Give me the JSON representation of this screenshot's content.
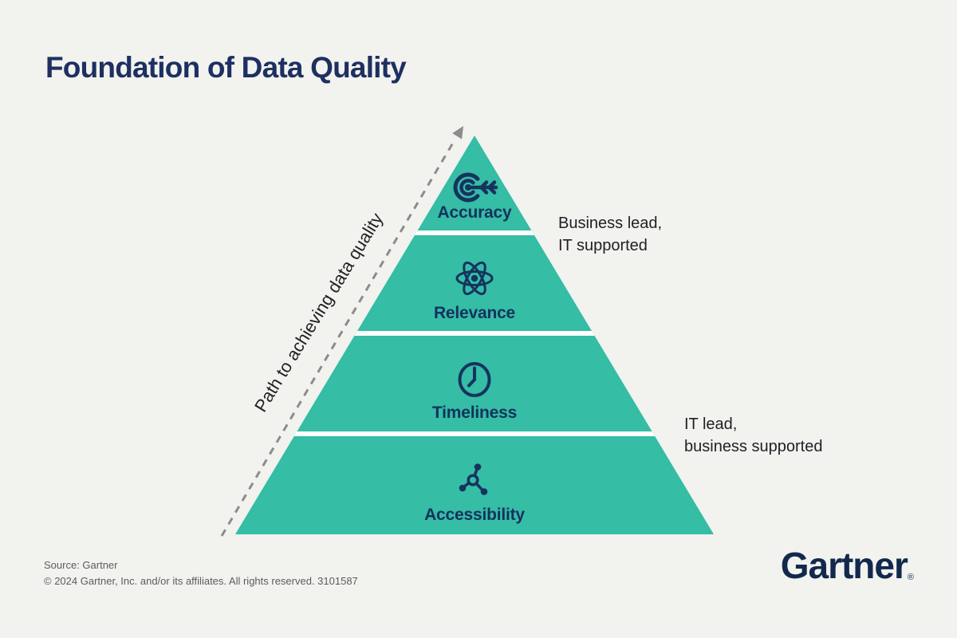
{
  "title": "Foundation of Data Quality",
  "path_arrow": {
    "label": "Path to achieving data quality"
  },
  "pyramid": {
    "levels": [
      {
        "label": "Accuracy",
        "icon": "target-arrow-icon"
      },
      {
        "label": "Relevance",
        "icon": "atom-icon"
      },
      {
        "label": "Timeliness",
        "icon": "clock-icon"
      },
      {
        "label": "Accessibility",
        "icon": "network-nodes-icon"
      }
    ]
  },
  "annotations": [
    {
      "line1": "Business lead,",
      "line2": "IT supported"
    },
    {
      "line1": "IT lead,",
      "line2": "business supported"
    }
  ],
  "footer": {
    "source": "Source: Gartner",
    "copyright": "© 2024 Gartner, Inc. and/or its affiliates. All rights reserved. 3101587"
  },
  "logo": {
    "brand": "Gartner",
    "registered_mark": "®"
  },
  "colors": {
    "background": "#f2f2ef",
    "pyramid_teal": "#35bda6",
    "title_navy": "#1e3061",
    "icon_navy": "#16335e",
    "logo_navy": "#12294e",
    "annotation_text": "#1f2023",
    "footer_gray": "#5c5c5e",
    "arrow_gray": "#8c8c8c",
    "divider_white": "#ffffff"
  }
}
